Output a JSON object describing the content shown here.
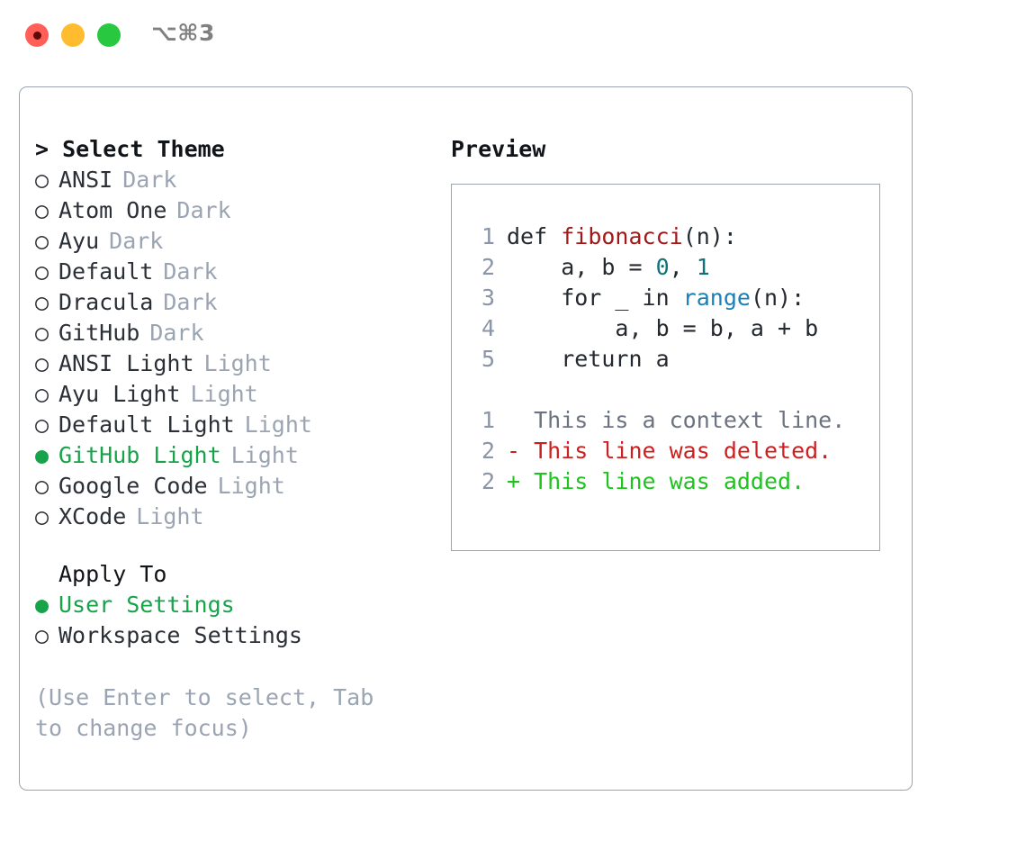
{
  "window": {
    "shortcut_label": "⌥⌘3",
    "traffic_lights": [
      "close",
      "minimize",
      "maximize"
    ],
    "colors": {
      "close": "#ff5f57",
      "minimize": "#febc2e",
      "maximize": "#28c840",
      "accent_green": "#17a34a",
      "panel_border": "#9aa4b2",
      "muted": "#9aa4b2"
    }
  },
  "theme_list": {
    "heading": "> Select Theme",
    "marker_selected": "●",
    "marker_unselected": "○",
    "items": [
      {
        "name": "ANSI",
        "kind": "Dark",
        "selected": false
      },
      {
        "name": "Atom One",
        "kind": "Dark",
        "selected": false
      },
      {
        "name": "Ayu",
        "kind": "Dark",
        "selected": false
      },
      {
        "name": "Default",
        "kind": "Dark",
        "selected": false
      },
      {
        "name": "Dracula",
        "kind": "Dark",
        "selected": false
      },
      {
        "name": "GitHub",
        "kind": "Dark",
        "selected": false
      },
      {
        "name": "ANSI Light",
        "kind": "Light",
        "selected": false
      },
      {
        "name": "Ayu Light",
        "kind": "Light",
        "selected": false
      },
      {
        "name": "Default Light",
        "kind": "Light",
        "selected": false
      },
      {
        "name": "GitHub Light",
        "kind": "Light",
        "selected": true
      },
      {
        "name": "Google Code",
        "kind": "Light",
        "selected": false
      },
      {
        "name": "XCode",
        "kind": "Light",
        "selected": false
      }
    ]
  },
  "apply_to": {
    "heading": "Apply To",
    "options": [
      {
        "label": "User Settings",
        "selected": true
      },
      {
        "label": "Workspace Settings",
        "selected": false
      }
    ]
  },
  "hint": "(Use Enter to select, Tab to change focus)",
  "preview": {
    "heading": "Preview",
    "code_lines": [
      {
        "no": "1",
        "segments": [
          {
            "text": "def ",
            "type": "plain"
          },
          {
            "text": "fibonacci",
            "type": "func"
          },
          {
            "text": "(n):",
            "type": "plain"
          }
        ]
      },
      {
        "no": "2",
        "segments": [
          {
            "text": "    a, b = ",
            "type": "plain"
          },
          {
            "text": "0",
            "type": "num"
          },
          {
            "text": ", ",
            "type": "plain"
          },
          {
            "text": "1",
            "type": "num"
          }
        ]
      },
      {
        "no": "3",
        "segments": [
          {
            "text": "    for _ in ",
            "type": "plain"
          },
          {
            "text": "range",
            "type": "call"
          },
          {
            "text": "(n):",
            "type": "plain"
          }
        ]
      },
      {
        "no": "4",
        "segments": [
          {
            "text": "        a, b = b, a + b",
            "type": "plain"
          }
        ]
      },
      {
        "no": "5",
        "segments": [
          {
            "text": "    return a",
            "type": "plain"
          }
        ]
      }
    ],
    "diff_lines": [
      {
        "no": "1",
        "marker": " ",
        "text": "This is a context line.",
        "kind": "context"
      },
      {
        "no": "2",
        "marker": "-",
        "text": "This line was deleted.",
        "kind": "removed"
      },
      {
        "no": "2",
        "marker": "+",
        "text": "This line was added.",
        "kind": "added"
      }
    ]
  }
}
